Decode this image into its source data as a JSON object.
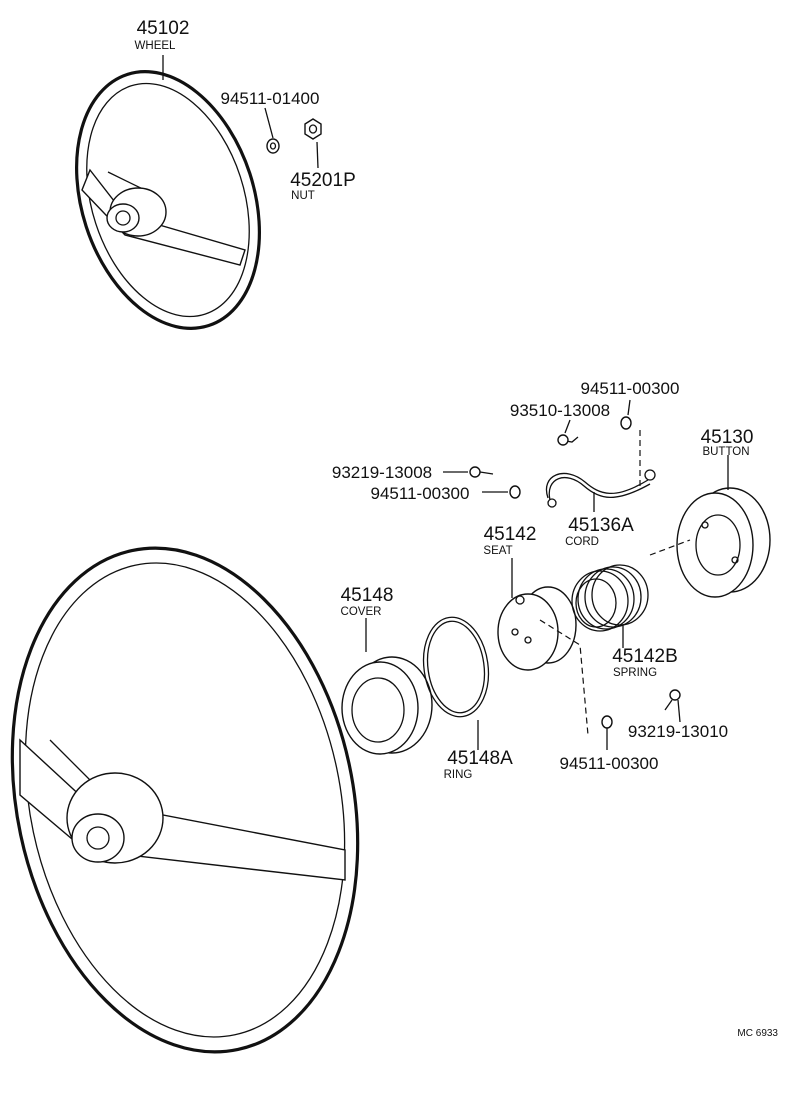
{
  "diagram": {
    "code": "MC 6933",
    "parts": [
      {
        "number": "45102",
        "name": "WHEEL"
      },
      {
        "number": "94511-01400",
        "name": ""
      },
      {
        "number": "45201P",
        "name": "NUT"
      },
      {
        "number": "94511-00300",
        "name": ""
      },
      {
        "number": "93510-13008",
        "name": ""
      },
      {
        "number": "45130",
        "name": "BUTTON"
      },
      {
        "number": "93219-13008",
        "name": ""
      },
      {
        "number": "94511-00300",
        "name": ""
      },
      {
        "number": "45136A",
        "name": "CORD"
      },
      {
        "number": "45142",
        "name": "SEAT"
      },
      {
        "number": "45148",
        "name": "COVER"
      },
      {
        "number": "45142B",
        "name": "SPRING"
      },
      {
        "number": "93219-13010",
        "name": ""
      },
      {
        "number": "45148A",
        "name": "RING"
      },
      {
        "number": "94511-00300",
        "name": ""
      }
    ]
  }
}
